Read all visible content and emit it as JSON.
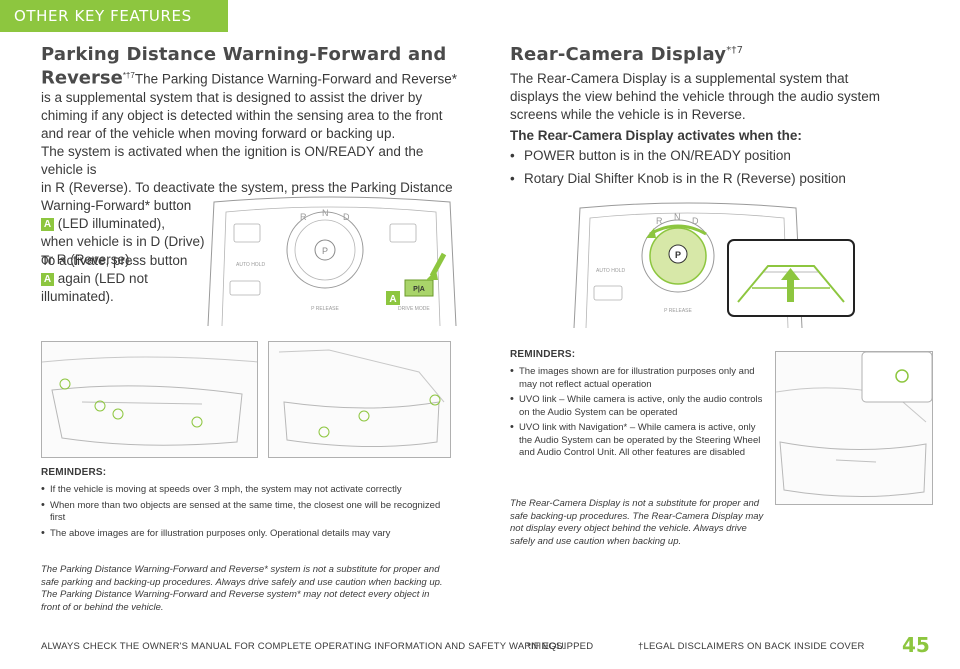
{
  "header": {
    "tab_label": "OTHER KEY FEATURES"
  },
  "pdw": {
    "title_line1": "Parking Distance Warning-Forward and",
    "title_line2": "Reverse",
    "title_sup": "*†7",
    "intro": "The Parking Distance Warning-Forward and Reverse* is a supplemental system that is designed to assist the driver by chiming if any object is detected within the sensing area to the front and rear of the vehicle when moving forward or backing up.",
    "activation_line1": "The system is activated when the ignition is ON/READY and the vehicle is",
    "activation_line2": "in R (Reverse). To deactivate the system, press the Parking Distance",
    "activation_line3": "Warning-Forward* button",
    "badge": "A",
    "activation_line4": "(LED illuminated),",
    "activation_line5": "when vehicle is in D (Drive)",
    "activation_line6": "or R (Reverse).",
    "reactivate_line1": "To activate, press button",
    "reactivate_line2": "again (LED not",
    "reactivate_line3": "illuminated).",
    "reminders_title": "REMINDERS:",
    "reminders": [
      "If the vehicle is moving at speeds over 3 mph, the system may not activate correctly",
      "When more than two objects are sensed at the same time, the closest one will be recognized first",
      "The above images are for illustration purposes only. Operational details may vary"
    ],
    "disclaimer": "The Parking Distance Warning-Forward and Reverse* system is not a substitute for proper and safe parking and backing-up procedures. Always drive safely and use caution when backing up. The Parking Distance Warning-Forward and Reverse system* may not detect every object in front of or behind the vehicle."
  },
  "console": {
    "gear_r": "R",
    "gear_n": "N",
    "gear_d": "D",
    "gear_p": "P",
    "auto_hold": "AUTO HOLD",
    "p_release": "P RELEASE",
    "drive_mode": "DRIVE MODE",
    "pa_button": "P|A",
    "callout": "A"
  },
  "rcd": {
    "title": "Rear-Camera Display",
    "title_sup": "*†7",
    "intro": "The Rear-Camera Display is a supplemental system that displays the view behind the vehicle through the audio system screens while the vehicle is in Reverse.",
    "activates_heading": "The Rear-Camera Display activates when the:",
    "conditions": [
      "POWER button is in the ON/READY position",
      "Rotary Dial Shifter Knob is in the R (Reverse) position"
    ],
    "reminders_title": "REMINDERS:",
    "reminders": [
      "The images shown are for illustration purposes only and may not reflect actual operation",
      "UVO link – While camera is active, only the audio controls on the Audio System can be operated",
      "UVO link with Navigation* – While camera is active, only the Audio System can be operated by the Steering Wheel and Audio Control Unit. All other features are disabled"
    ],
    "disclaimer": "The Rear-Camera Display is not a substitute for proper and safe backing-up procedures. The Rear-Camera Display may not display every object behind the vehicle. Always drive safely and use caution when backing up."
  },
  "footer": {
    "warning": "ALWAYS CHECK THE OWNER'S MANUAL FOR COMPLETE OPERATING INFORMATION AND SAFETY WARNINGS.",
    "if_equipped": "*IF EQUIPPED",
    "legal": "†LEGAL DISCLAIMERS ON BACK INSIDE COVER",
    "page_number": "45"
  },
  "colors": {
    "accent_green": "#8dc63f",
    "text_dark": "#3a3a3a",
    "line_gray": "#9a9a9a"
  }
}
